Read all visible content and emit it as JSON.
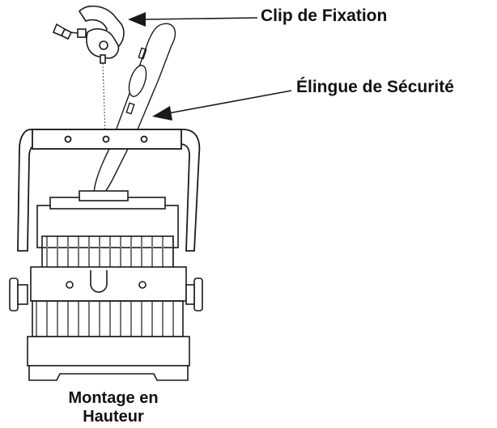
{
  "labels": {
    "clip": "Clip de Fixation",
    "sling": "Élingue de Sécurité"
  },
  "caption": {
    "line1": "Montage en",
    "line2": "Hauteur"
  },
  "colors": {
    "stroke": "#1a1a1a",
    "fill": "#ffffff",
    "shade": "#d9d9d9"
  }
}
